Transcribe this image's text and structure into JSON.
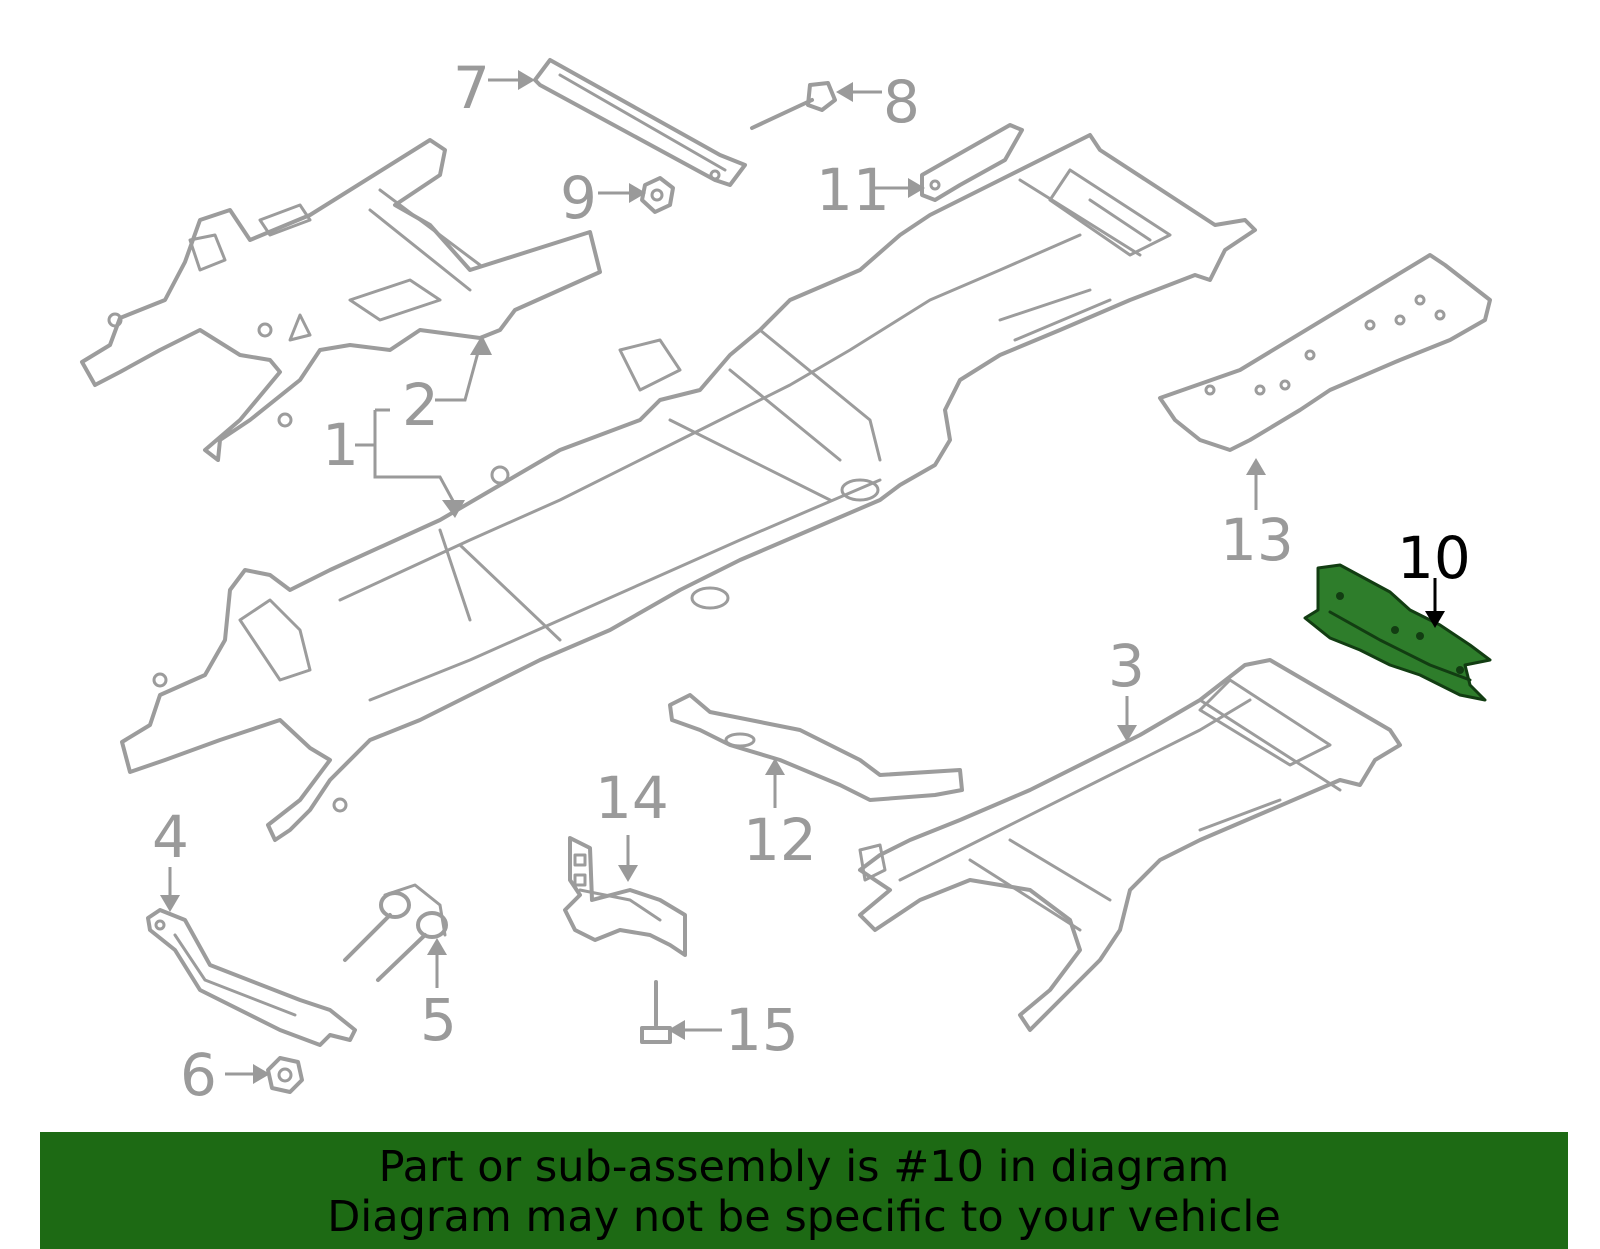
{
  "callouts": {
    "c1": "1",
    "c2": "2",
    "c3": "3",
    "c4": "4",
    "c5": "5",
    "c6": "6",
    "c7": "7",
    "c8": "8",
    "c9": "9",
    "c10": "10",
    "c11": "11",
    "c12": "12",
    "c13": "13",
    "c14": "14",
    "c15": "15"
  },
  "highlighted_part": "10",
  "colors": {
    "highlight": "#2e7d2b",
    "banner": "#1d6a14",
    "linework": "#9c9c9c"
  },
  "banner": {
    "line1": "Part or sub-assembly is #10 in diagram",
    "line2": "Diagram may not be specific to your vehicle"
  }
}
